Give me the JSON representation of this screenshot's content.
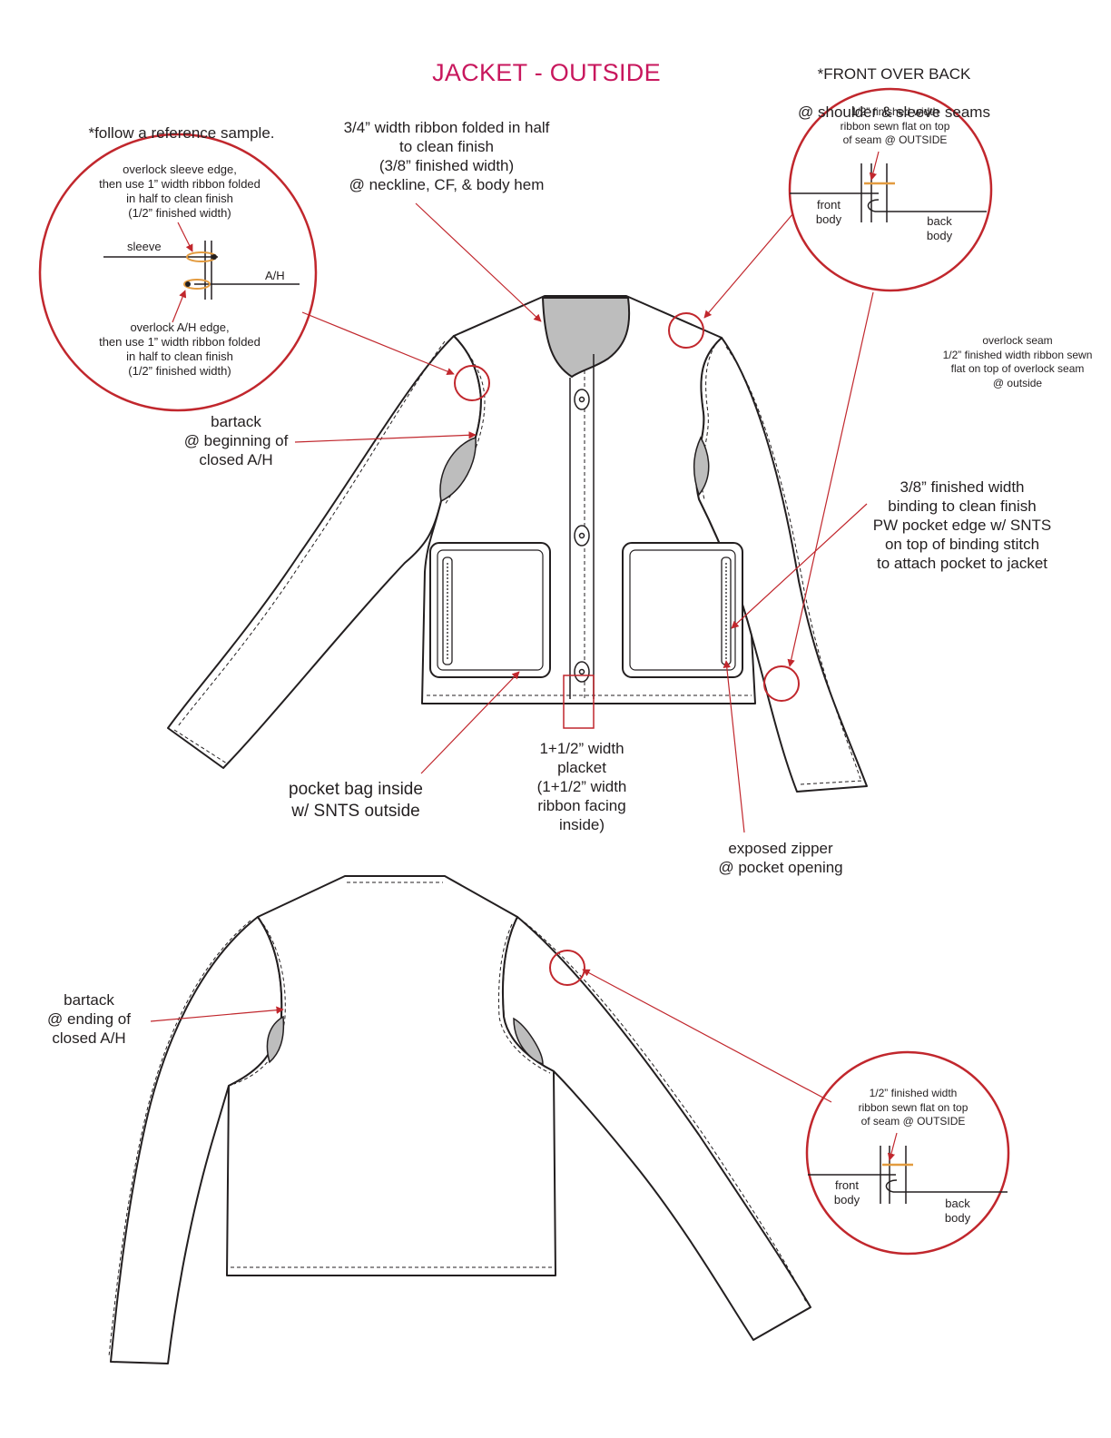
{
  "title": "JACKET - OUTSIDE",
  "colors": {
    "accent": "#c8175d",
    "callout": "#c1272d",
    "ribbon": "#e39b3f",
    "fill_gray": "#bdbdbd",
    "line": "#231f20"
  },
  "notes": {
    "front_over_back_1": "*FRONT OVER BACK",
    "front_over_back_2": "@ shoulder & sleeve seams",
    "reference_sample": "*follow a reference sample.",
    "neckline": "3/4” width ribbon folded in half\nto clean finish\n(3/8” finished width)\n@ neckline, CF, & body hem",
    "overlock_seam": "overlock seam\n1/2” finished width ribbon sewn\nflat on top of overlock seam\n@ outside",
    "bartack_front": "bartack\n@ beginning of\nclosed A/H",
    "binding": "3/8” finished width\nbinding to clean finish\nPW pocket edge w/ SNTS\non top of binding stitch\nto attach pocket to jacket",
    "pocket_bag": "pocket bag inside\nw/ SNTS outside",
    "placket": "1+1/2” width\nplacket\n(1+1/2” width\nribbon facing\ninside)",
    "zipper": "exposed zipper\n@ pocket opening",
    "bartack_back": "bartack\n@ ending of\nclosed A/H"
  },
  "detail_sleeve": {
    "top_text": "overlock sleeve edge,\nthen use 1” width ribbon folded\nin half to clean finish\n(1/2” finished width)",
    "sleeve_label": "sleeve",
    "ah_label": "A/H",
    "bottom_text": "overlock A/H edge,\nthen use 1” width ribbon folded\nin half to clean finish\n(1/2” finished width)"
  },
  "detail_shoulder": {
    "top_text": "1/2” finished width\nribbon sewn flat on top\nof seam @ OUTSIDE",
    "front_label": "front\nbody",
    "back_label": "back\nbody"
  },
  "detail_back_sleeve": {
    "top_text": "1/2” finished width\nribbon sewn flat on top\nof seam @ OUTSIDE",
    "front_label": "front\nbody",
    "back_label": "back\nbody"
  }
}
